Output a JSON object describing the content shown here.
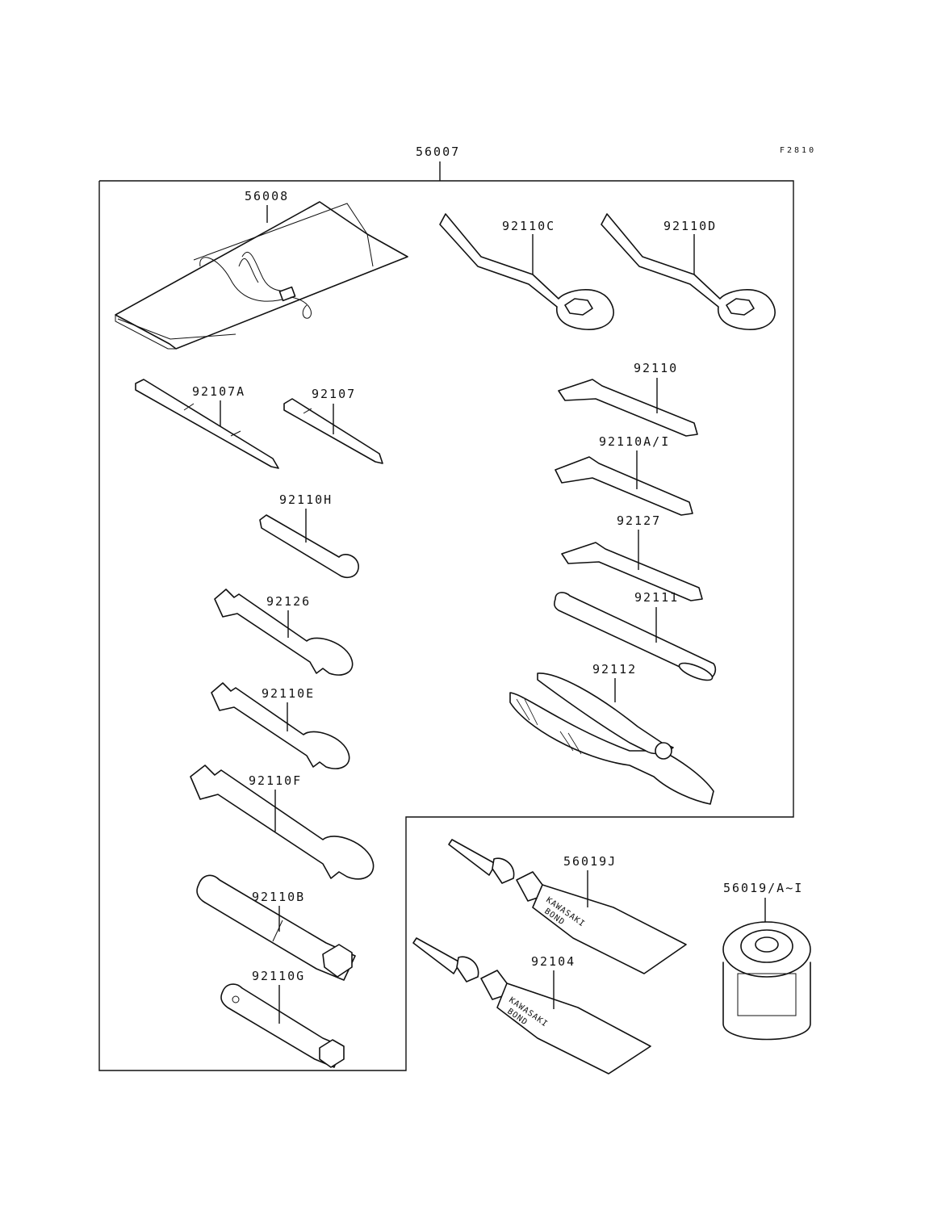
{
  "diagram": {
    "corner_code": "F2810",
    "kit_label": "56007",
    "parts": [
      {
        "id": "p56008",
        "label": "56008"
      },
      {
        "id": "p92110C",
        "label": "92110C"
      },
      {
        "id": "p92110D",
        "label": "92110D"
      },
      {
        "id": "p92107A",
        "label": "92107A"
      },
      {
        "id": "p92107",
        "label": "92107"
      },
      {
        "id": "p92110",
        "label": "92110"
      },
      {
        "id": "p92110AI",
        "label": "92110A/I"
      },
      {
        "id": "p92110H",
        "label": "92110H"
      },
      {
        "id": "p92127",
        "label": "92127"
      },
      {
        "id": "p92126",
        "label": "92126"
      },
      {
        "id": "p92111",
        "label": "92111"
      },
      {
        "id": "p92112",
        "label": "92112"
      },
      {
        "id": "p92110E",
        "label": "92110E"
      },
      {
        "id": "p92110F",
        "label": "92110F"
      },
      {
        "id": "p56019J",
        "label": "56019J"
      },
      {
        "id": "p56019AI",
        "label": "56019/A~I"
      },
      {
        "id": "p92110B",
        "label": "92110B"
      },
      {
        "id": "p92104",
        "label": "92104"
      },
      {
        "id": "p92110G",
        "label": "92110G"
      }
    ],
    "tube_print": {
      "brand": "KAWASAKI",
      "product": "BOND"
    }
  }
}
